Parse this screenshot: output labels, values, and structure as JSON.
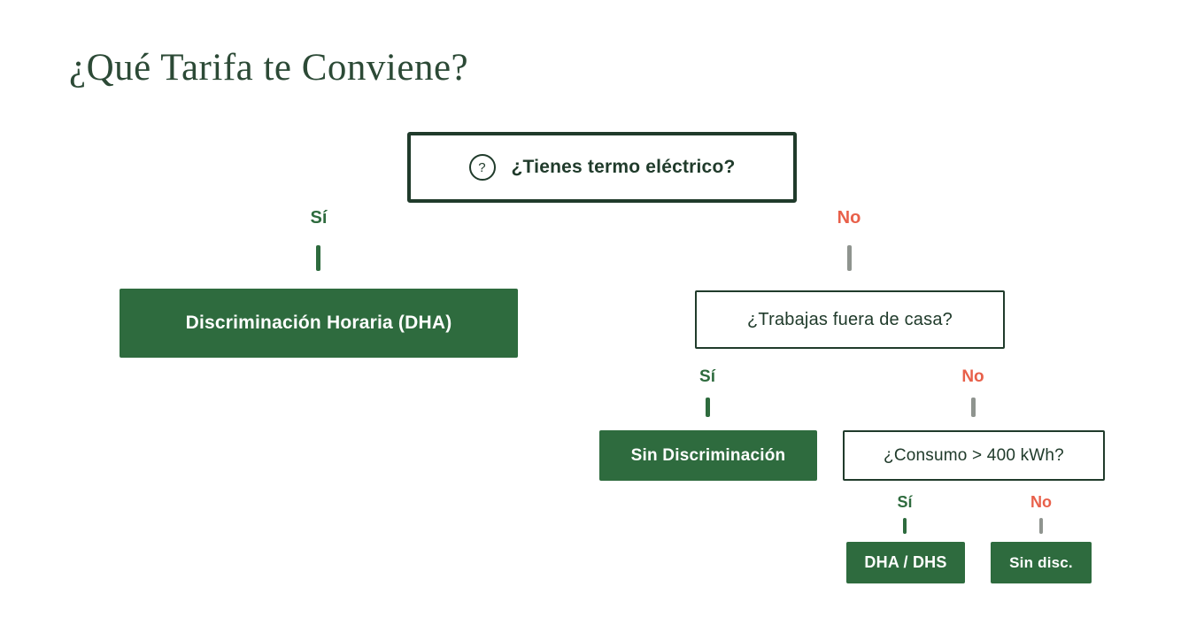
{
  "page": {
    "title": "¿Qué Tarifa te Conviene?",
    "background": "#FFFFFF"
  },
  "colors": {
    "green": "#2E6B3E",
    "dark_green": "#203B2B",
    "red": "#E8604A",
    "gray": "#8F948F",
    "title_green": "#2C4A36",
    "white": "#FFFFFF"
  },
  "flowchart": {
    "root": {
      "icon": "question-circle-icon",
      "icon_glyph": "?",
      "question": "¿Tienes termo eléctrico?"
    },
    "level1": {
      "yes_label": "Sí",
      "no_label": "No",
      "yes_result": "Discriminación Horaria (DHA)",
      "no_question": "¿Trabajas fuera de casa?"
    },
    "level2": {
      "yes_label": "Sí",
      "no_label": "No",
      "yes_result": "Sin Discriminación",
      "no_question": "¿Consumo > 400 kWh?"
    },
    "level3": {
      "yes_label": "Sí",
      "no_label": "No",
      "yes_result": "DHA / DHS",
      "no_result": "Sin disc."
    }
  }
}
